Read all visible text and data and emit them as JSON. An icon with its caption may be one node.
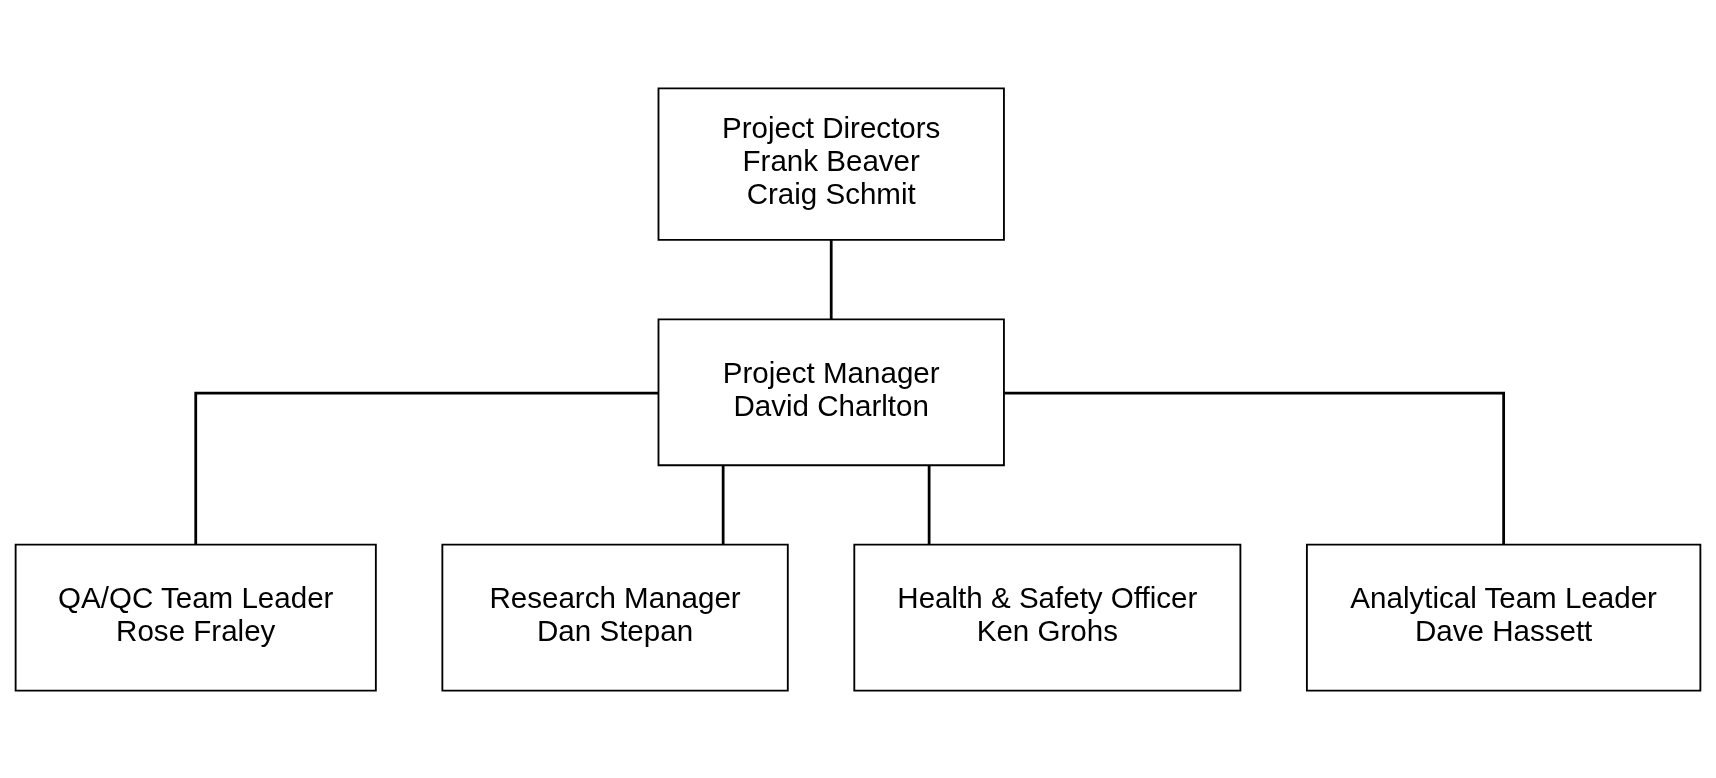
{
  "diagram": {
    "nodes": [
      {
        "text": [
          "Project Directors",
          "Frank Beaver",
          "Craig Schmit"
        ]
      },
      {
        "text": [
          "Project Manager",
          "David Charlton"
        ]
      },
      {
        "text": [
          "QA/QC Team Leader",
          "Rose Fraley"
        ]
      },
      {
        "text": [
          "Research Manager",
          "Dan Stepan"
        ]
      },
      {
        "text": [
          "Health & Safety Officer",
          "Ken Grohs"
        ]
      },
      {
        "text": [
          "Analytical Team Leader",
          "Dave Hassett"
        ]
      }
    ],
    "edges": [
      {
        "from": 0,
        "to": 1,
        "arrow": "none"
      },
      {
        "from": 1,
        "to": 2,
        "arrow": "none"
      },
      {
        "from": 1,
        "to": 3,
        "arrow": "none"
      },
      {
        "from": 1,
        "to": 4,
        "arrow": "none"
      },
      {
        "from": 1,
        "to": 5,
        "arrow": "none"
      }
    ]
  }
}
